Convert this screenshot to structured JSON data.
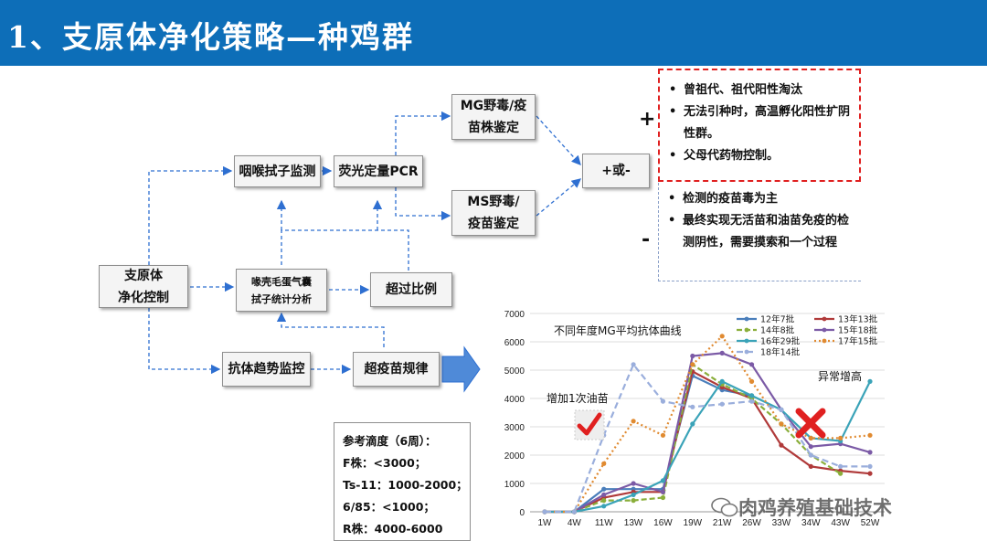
{
  "header": {
    "title": "1、支原体净化策略—种鸡群"
  },
  "nodes": {
    "control": [
      "支原体",
      "净化控制"
    ],
    "throat": "咽喉拭子监测",
    "pcr": "荧光定量PCR",
    "mg": [
      "MG野毒/疫",
      "苗株鉴定"
    ],
    "ms": [
      "MS野毒/",
      "疫苗鉴定"
    ],
    "result": "+或-",
    "swab": [
      "喙壳毛蛋气囊",
      "拭子统计分析"
    ],
    "ratio": "超过比例",
    "antibody": "抗体趋势监控",
    "vaccine": "超疫苗规律"
  },
  "plus": {
    "sign": "+",
    "items": [
      "曾祖代、祖代阳性淘汰",
      "无法引种时，高温孵化阳性扩阴性群。",
      "父母代药物控制。"
    ]
  },
  "minus": {
    "sign": "-",
    "items": [
      "检测的疫苗毒为主",
      "最终实现无活苗和油苗免疫的检测阴性，需要摸索和一个过程"
    ]
  },
  "reference": {
    "title": "参考滴度（6周）：",
    "lines": [
      "F株：<3000；",
      "Ts-11：1000-2000；",
      "6/85：<1000；",
      "R株：4000-6000"
    ]
  },
  "chart_data": {
    "type": "line",
    "title": "不同年度MG平均抗体曲线",
    "x": [
      "1W",
      "4W",
      "11W",
      "13W",
      "16W",
      "19W",
      "21W",
      "26W",
      "33W",
      "34W",
      "43W",
      "52W"
    ],
    "ylim": [
      0,
      7000
    ],
    "yticks": [
      0,
      1000,
      2000,
      3000,
      4000,
      5000,
      6000,
      7000
    ],
    "legend_position": "top-right",
    "series": [
      {
        "name": "12年7批",
        "color": "#4a7ebb",
        "values": [
          0,
          0,
          800,
          800,
          800,
          4800,
          4300,
          4100,
          null,
          null,
          null,
          null
        ]
      },
      {
        "name": "13年13批",
        "color": "#b03a3a",
        "values": [
          0,
          0,
          500,
          700,
          700,
          4950,
          4400,
          4000,
          2350,
          1600,
          1450,
          1350
        ]
      },
      {
        "name": "14年8批",
        "color": "#8aae3a",
        "values": [
          0,
          0,
          400,
          400,
          500,
          5200,
          4500,
          4000,
          3100,
          2000,
          1350,
          null
        ]
      },
      {
        "name": "15年18批",
        "color": "#7b5aa6",
        "values": [
          0,
          0,
          600,
          1000,
          700,
          5500,
          5600,
          5200,
          3600,
          2300,
          2400,
          2100
        ]
      },
      {
        "name": "16年29批",
        "color": "#3aa3b8",
        "values": [
          0,
          0,
          200,
          600,
          1100,
          3100,
          4600,
          4100,
          3600,
          2600,
          2500,
          4600
        ]
      },
      {
        "name": "17年15批",
        "color": "#e08a30",
        "values": [
          0,
          0,
          1700,
          3200,
          2700,
          5200,
          6200,
          4600,
          3100,
          2600,
          2600,
          2700
        ]
      },
      {
        "name": "18年14批",
        "color": "#9aaedc",
        "values": [
          0,
          0,
          2700,
          5200,
          3900,
          3700,
          3800,
          3900,
          3600,
          2000,
          1600,
          1600
        ]
      }
    ],
    "annotations": [
      "增加1次油苗",
      "异常增高"
    ]
  },
  "watermark": "肉鸡养殖基础技术",
  "colors": {
    "header": "#0d6eb8",
    "arrow": "#2e6fd1",
    "plus_border": "#e02020",
    "check": "#e02020",
    "cross": "#e02020"
  }
}
